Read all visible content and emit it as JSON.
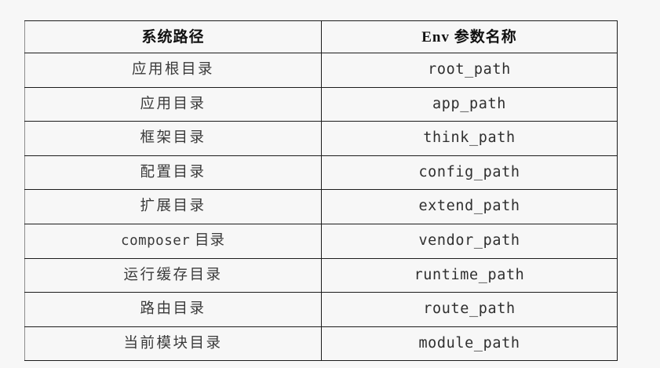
{
  "table": {
    "columns": [
      {
        "key": "system_path",
        "label": "系统路径",
        "align": "center"
      },
      {
        "key": "env_name",
        "label_mono": "Env",
        "label_cjk": " 参数名称",
        "label": "Env 参数名称",
        "align": "center"
      }
    ],
    "rows": [
      {
        "system_path": "应用根目录",
        "env_name": "root_path"
      },
      {
        "system_path": "应用目录",
        "env_name": "app_path"
      },
      {
        "system_path": "框架目录",
        "env_name": "think_path"
      },
      {
        "system_path": "配置目录",
        "env_name": "config_path"
      },
      {
        "system_path": "扩展目录",
        "env_name": "extend_path"
      },
      {
        "system_path_mono": "composer",
        "system_path_cjk": " 目录",
        "system_path": "composer 目录",
        "env_name": "vendor_path"
      },
      {
        "system_path": "运行缓存目录",
        "env_name": "runtime_path"
      },
      {
        "system_path": "路由目录",
        "env_name": "route_path"
      },
      {
        "system_path": "当前模块目录",
        "env_name": "module_path"
      }
    ],
    "row_count": 9
  },
  "colors": {
    "page_background": "#f7f7f7",
    "cell_background": "#f7f7f7",
    "border_dark": "#1c1c1c",
    "border_light": "#a8a8a8",
    "border_side": "#8d8d8d",
    "header_text": "#111111",
    "body_text_left": "#3a3a3a",
    "body_text_right": "#2f2f2f"
  }
}
